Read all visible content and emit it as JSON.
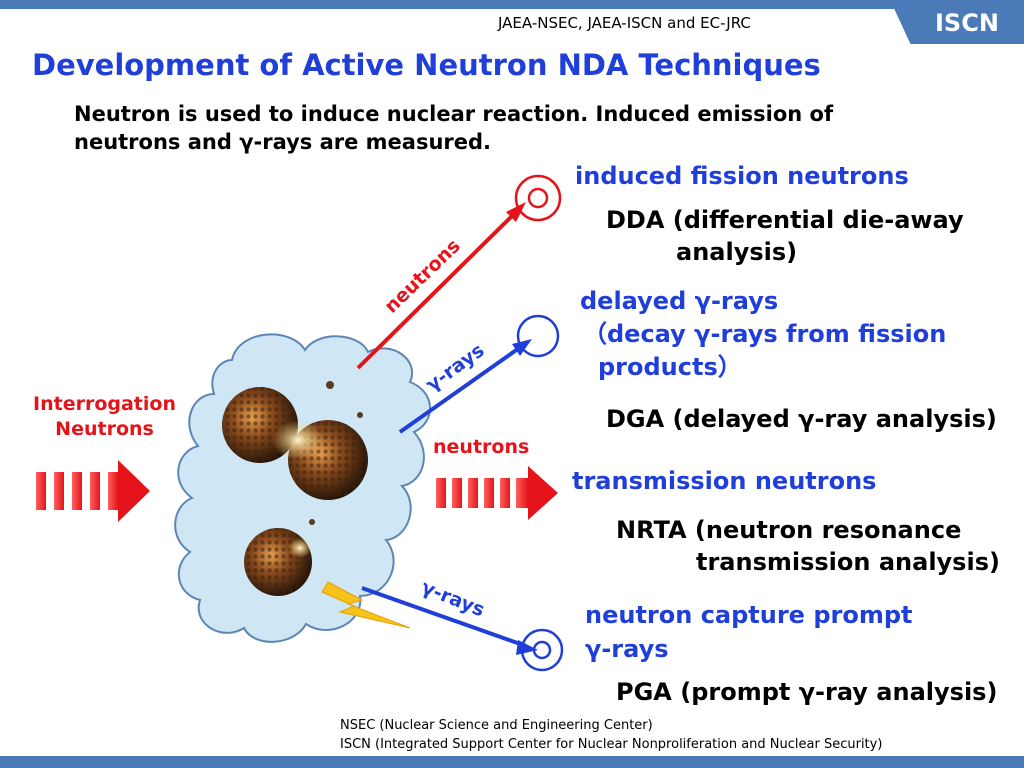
{
  "header": {
    "org": "JAEA-NSEC, JAEA-ISCN and EC-JRC",
    "badge": "ISCN"
  },
  "title": "Development of Active Neutron NDA Techniques",
  "intro": {
    "line1": "Neutron is used to induce nuclear reaction. Induced emission of",
    "line2": "neutrons and γ-rays are measured."
  },
  "diagram": {
    "interrogation_line1": "Interrogation",
    "interrogation_line2": "Neutrons",
    "arrow_neutrons": "neutrons",
    "arrow_gamma_upper": "γ-rays",
    "mid_neutrons": "neutrons",
    "arrow_gamma_lower": "γ-rays",
    "colors": {
      "red": "#e4141a",
      "blue": "#1f3fd8",
      "cloud": "#cfe6f5"
    }
  },
  "techniques": [
    {
      "signal_lines": [
        "induced fission neutrons"
      ],
      "method_lines": [
        "DDA (differential die-away",
        "analysis)"
      ]
    },
    {
      "signal_lines": [
        "delayed γ-rays",
        "（decay γ-rays from fission",
        "products）"
      ],
      "method_lines": [
        "DGA (delayed γ-ray analysis)"
      ]
    },
    {
      "signal_lines": [
        "transmission neutrons"
      ],
      "method_lines": [
        "NRTA (neutron resonance",
        "transmission analysis)"
      ]
    },
    {
      "signal_lines": [
        "neutron capture prompt",
        "γ-rays"
      ],
      "method_lines": [
        "PGA (prompt γ-ray analysis)"
      ]
    }
  ],
  "footer": {
    "line1": "NSEC (Nuclear Science and Engineering Center)",
    "line2": "ISCN (Integrated Support Center for Nuclear Nonproliferation and Nuclear Security)"
  }
}
